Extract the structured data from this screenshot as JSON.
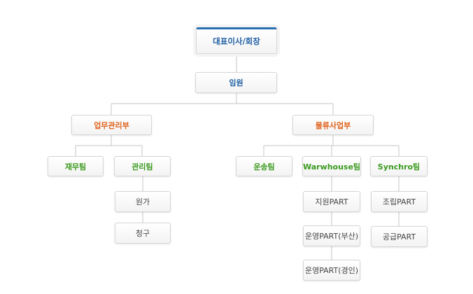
{
  "org": {
    "ceo": "대표이사/회장",
    "executives": "임원",
    "div_business": "업무관리부",
    "div_logistics": "물류사업부",
    "team_finance": "재무팀",
    "team_admin": "관리팀",
    "team_transport": "운송팀",
    "team_warehouse": "Warwhouse팀",
    "team_synchro": "Synchro팀",
    "unit_cost": "원가",
    "unit_billing": "청구",
    "unit_support": "지원PART",
    "unit_ops_busan": "운영PART(부산)",
    "unit_ops_gyeongin": "운영PART(경인)",
    "unit_assembly": "조립PART",
    "unit_supply": "공급PART"
  },
  "colors": {
    "root_accent": "#2a6fb0",
    "executive_text": "#1f5fa3",
    "division_text": "#e0641e",
    "team_text": "#3a9a1e",
    "unit_text": "#444444",
    "connector": "#c4c4c4"
  }
}
